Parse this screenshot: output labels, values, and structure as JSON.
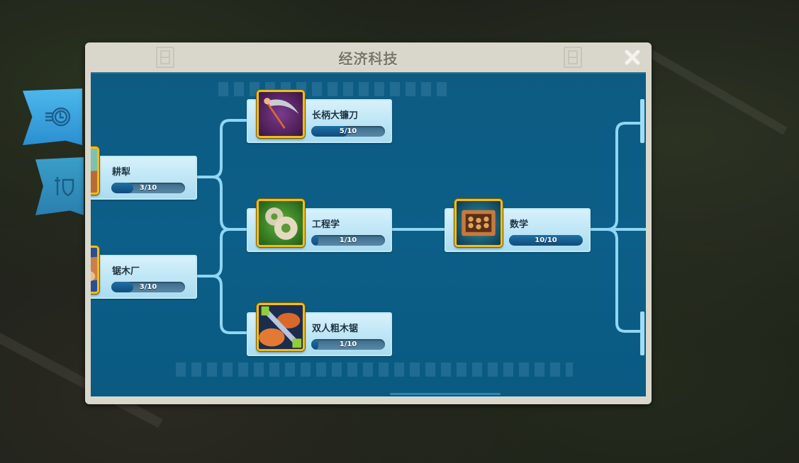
{
  "dialog": {
    "title": "经济科技",
    "close_icon": "close-x-icon"
  },
  "side_tabs": [
    {
      "id": "economy",
      "icon": "coins-clock-icon",
      "active": true
    },
    {
      "id": "military",
      "icon": "sword-shield-icon",
      "active": false
    }
  ],
  "colors": {
    "tree_bg": "#0c5f88",
    "connector": "#8fd6f5",
    "node_bg": "#c3e8f7",
    "icon_border": "#f2bd17",
    "bar_fill": "#155d90",
    "frame": "#d9d7cc"
  },
  "nodes": [
    {
      "id": "plow",
      "name": "耕犁",
      "level": 3,
      "max": 10,
      "progress": "3/10",
      "icon": "plow-icon"
    },
    {
      "id": "sawmill",
      "name": "锯木厂",
      "level": 3,
      "max": 10,
      "progress": "3/10",
      "icon": "sawmill-icon"
    },
    {
      "id": "scythe",
      "name": "长柄大镰刀",
      "level": 5,
      "max": 10,
      "progress": "5/10",
      "icon": "scythe-icon"
    },
    {
      "id": "engineering",
      "name": "工程学",
      "level": 1,
      "max": 10,
      "progress": "1/10",
      "icon": "gears-icon"
    },
    {
      "id": "crosscut_saw",
      "name": "双人粗木锯",
      "level": 1,
      "max": 10,
      "progress": "1/10",
      "icon": "two-man-saw-icon"
    },
    {
      "id": "mathematics",
      "name": "数学",
      "level": 10,
      "max": 10,
      "progress": "10/10",
      "icon": "abacus-icon"
    }
  ]
}
